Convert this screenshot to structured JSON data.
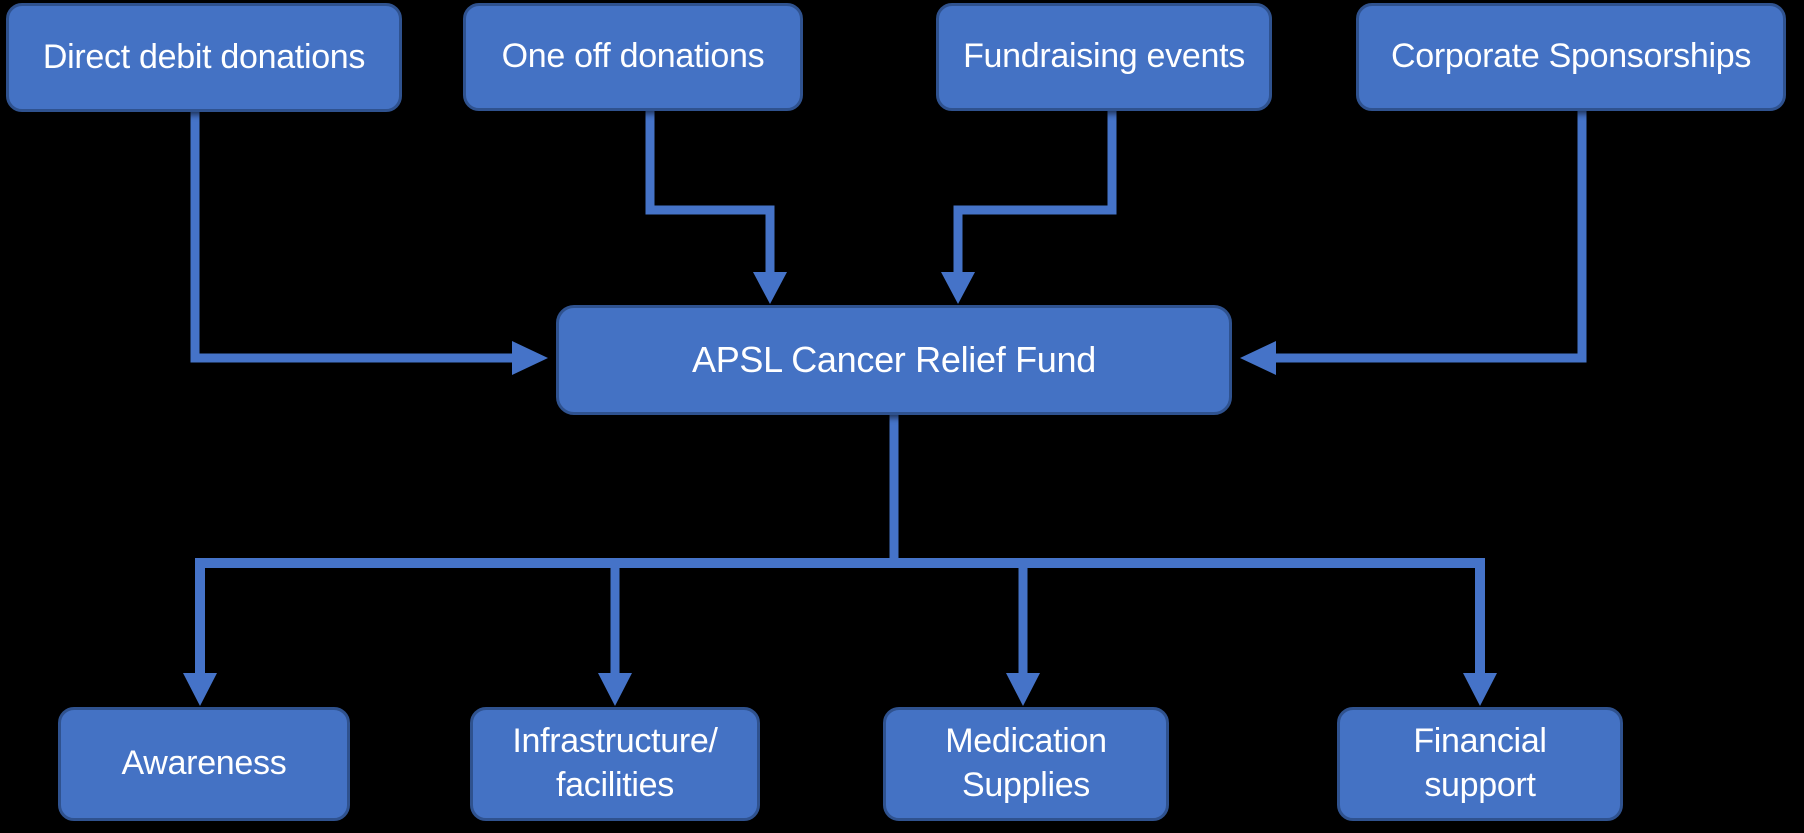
{
  "diagram": {
    "background_color": "#000000",
    "colors": {
      "box_fill": "#4472C4",
      "box_border": "#2F528F",
      "connector": "#4573C8",
      "text": "#FFFFFF"
    },
    "center": {
      "label": "APSL Cancer Relief Fund"
    },
    "sources": [
      {
        "label": "Direct debit donations"
      },
      {
        "label": "One off donations"
      },
      {
        "label": "Fundraising events"
      },
      {
        "label": "Corporate Sponsorships"
      }
    ],
    "outcomes": [
      {
        "label": "Awareness",
        "line1": "Awareness",
        "line2": ""
      },
      {
        "label": "Infrastructure/ facilities",
        "line1": "Infrastructure/",
        "line2": "facilities"
      },
      {
        "label": "Medication Supplies",
        "line1": "Medication",
        "line2": "Supplies"
      },
      {
        "label": "Financial support",
        "line1": "Financial",
        "line2": "support"
      }
    ],
    "edges": [
      {
        "from": "Direct debit donations",
        "to": "APSL Cancer Relief Fund"
      },
      {
        "from": "One off donations",
        "to": "APSL Cancer Relief Fund"
      },
      {
        "from": "Fundraising events",
        "to": "APSL Cancer Relief Fund"
      },
      {
        "from": "Corporate Sponsorships",
        "to": "APSL Cancer Relief Fund"
      },
      {
        "from": "APSL Cancer Relief Fund",
        "to": "Awareness"
      },
      {
        "from": "APSL Cancer Relief Fund",
        "to": "Infrastructure/ facilities"
      },
      {
        "from": "APSL Cancer Relief Fund",
        "to": "Medication Supplies"
      },
      {
        "from": "APSL Cancer Relief Fund",
        "to": "Financial support"
      }
    ]
  }
}
